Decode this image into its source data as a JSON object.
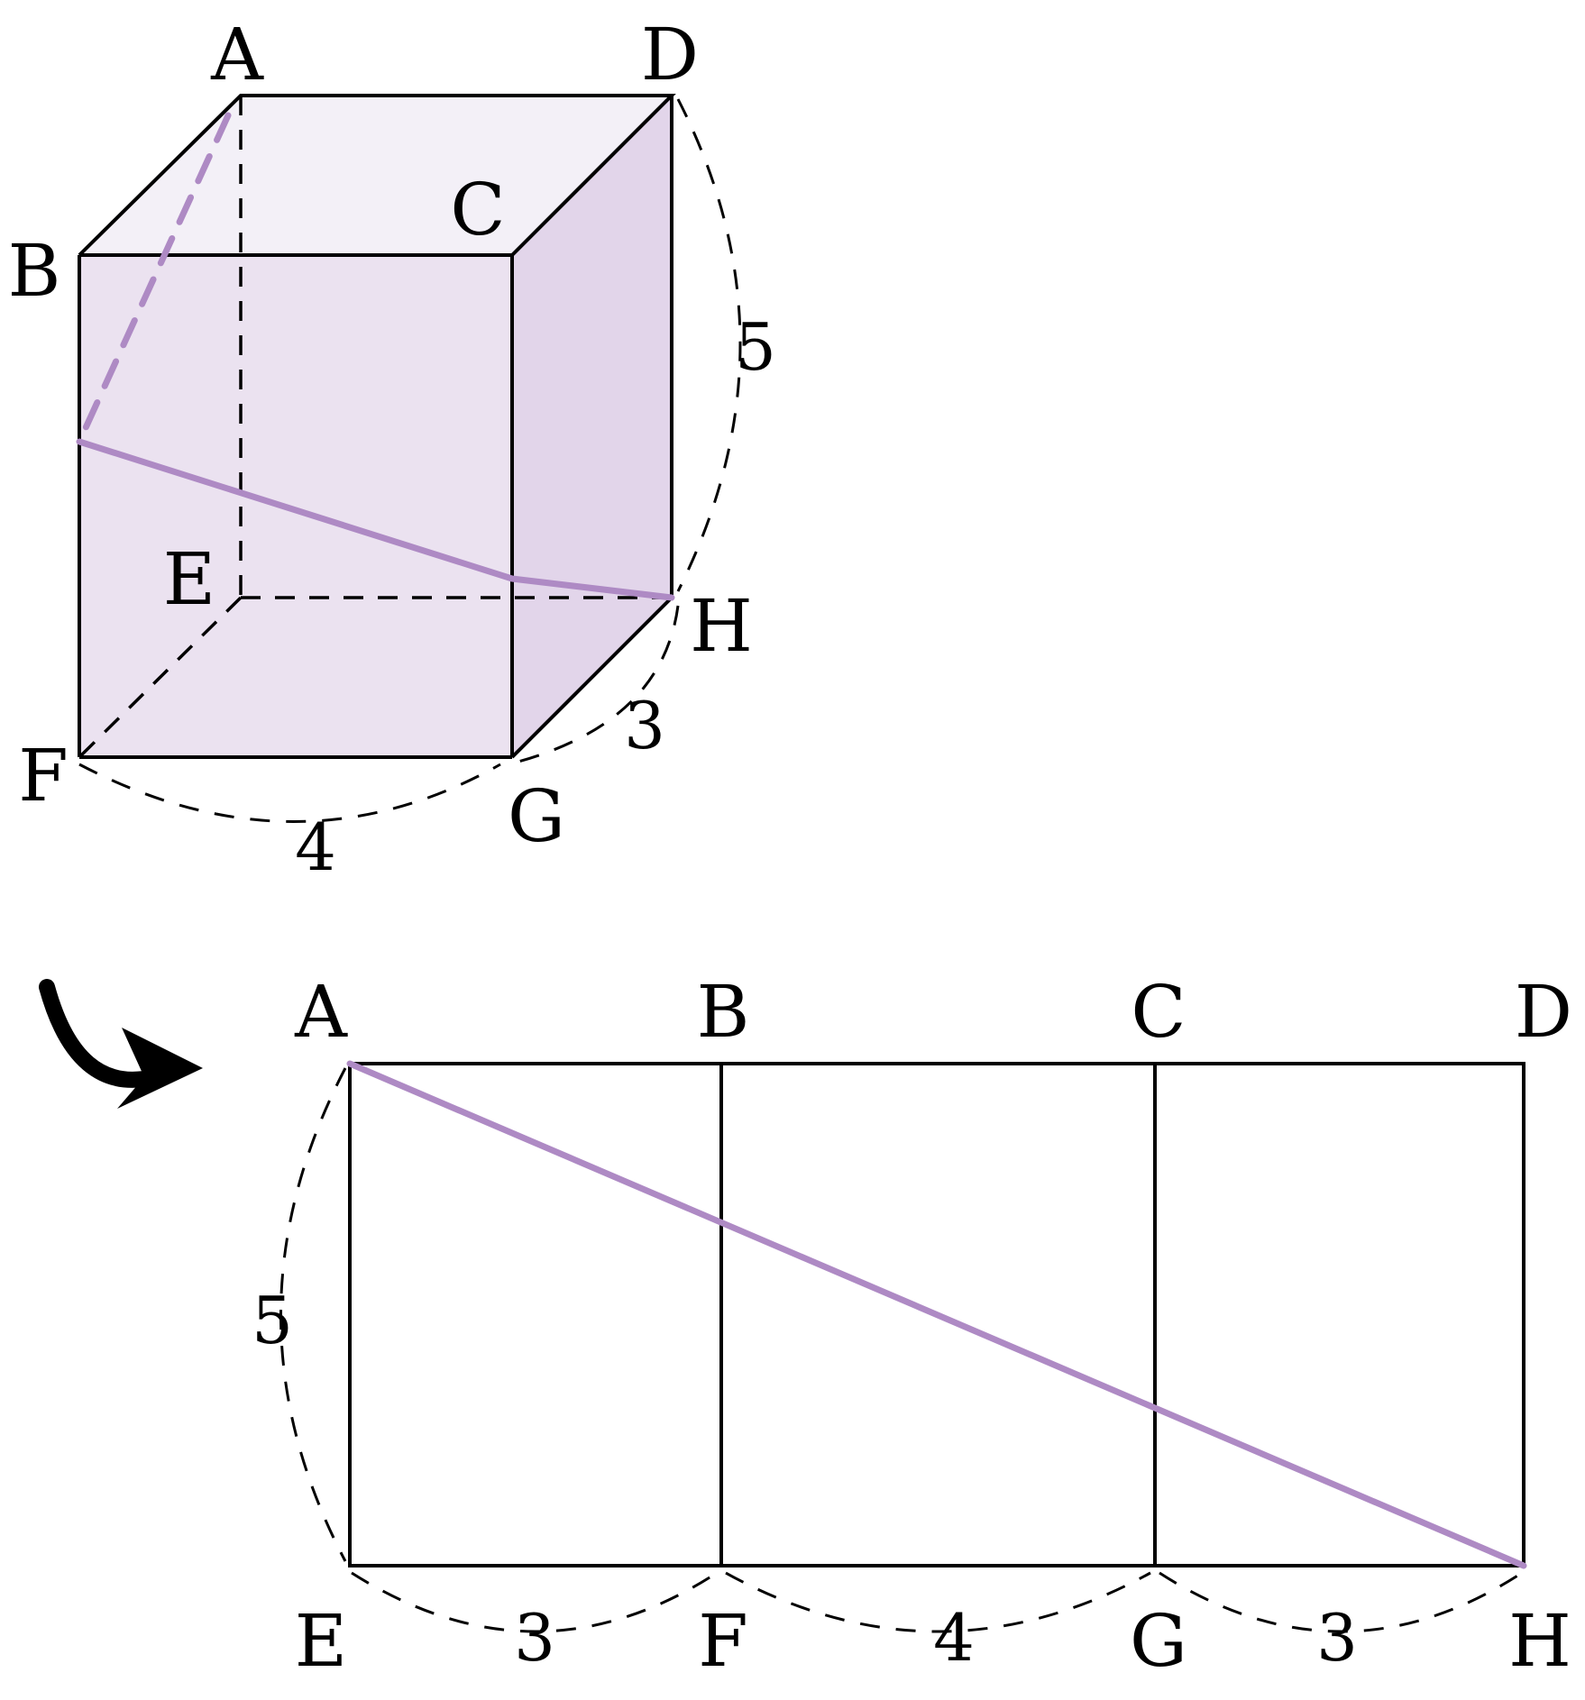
{
  "colors": {
    "path": "#ae8ac4",
    "top_face": "#f3f0f7",
    "front_face": "#ebe2f0",
    "side_face": "#e2d5ea",
    "arrow": "#000000"
  },
  "cuboid": {
    "vertices": {
      "A": "A",
      "B": "B",
      "C": "C",
      "D": "D",
      "E": "E",
      "F": "F",
      "G": "G",
      "H": "H"
    },
    "dimensions": {
      "height": "5",
      "depth": "3",
      "width": "4"
    }
  },
  "net": {
    "top_labels": [
      "A",
      "B",
      "C",
      "D"
    ],
    "bottom_labels": [
      "E",
      "F",
      "G",
      "H"
    ],
    "height": "5",
    "segments": [
      "3",
      "4",
      "3"
    ]
  },
  "arrow_icon": "curved-arrow-icon"
}
